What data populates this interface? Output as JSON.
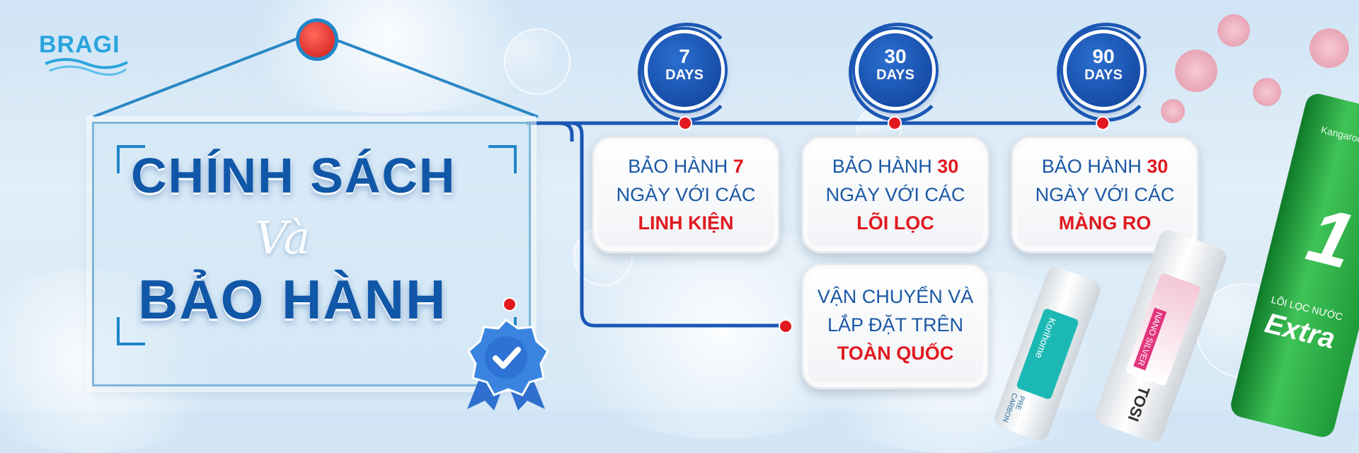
{
  "brand": {
    "logo_text": "BRAGI"
  },
  "sign": {
    "line1": "CHÍNH SÁCH",
    "connector": "Và",
    "line2": "BẢO HÀNH"
  },
  "timeline": {
    "badges": [
      {
        "number": "7",
        "unit": "DAYS"
      },
      {
        "number": "30",
        "unit": "DAYS"
      },
      {
        "number": "90",
        "unit": "DAYS"
      }
    ],
    "cards": [
      {
        "line1": "BẢO HÀNH",
        "num": "7",
        "line2": "NGÀY VỚI CÁC",
        "highlight": "LINH KIỆN"
      },
      {
        "line1": "BẢO HÀNH",
        "num": "30",
        "line2": "NGÀY  VỚI CÁC",
        "highlight": "LÕI LỌC"
      },
      {
        "line1": "BẢO HÀNH",
        "num": "30",
        "line2": "NGÀY VỚI CÁC",
        "highlight": "MÀNG RO"
      },
      {
        "line1": "VẬN CHUYỂN VÀ",
        "line2": "LẮP ĐẶT TRÊN",
        "highlight": "TOÀN QUỐC"
      }
    ]
  },
  "products": {
    "green_label": "LÕI LỌC NƯỚC",
    "green_brand": "Extra",
    "green_number": "1",
    "green_maker": "Kangaroo",
    "white_label": "NANO SILVER",
    "white_text": "TOSI",
    "white2_brand": "Korihome",
    "white2_label": "PRE CARBON"
  },
  "colors": {
    "primary_blue": "#1157a8",
    "accent_red": "#e1191f",
    "logo_blue": "#2aa4dd"
  }
}
